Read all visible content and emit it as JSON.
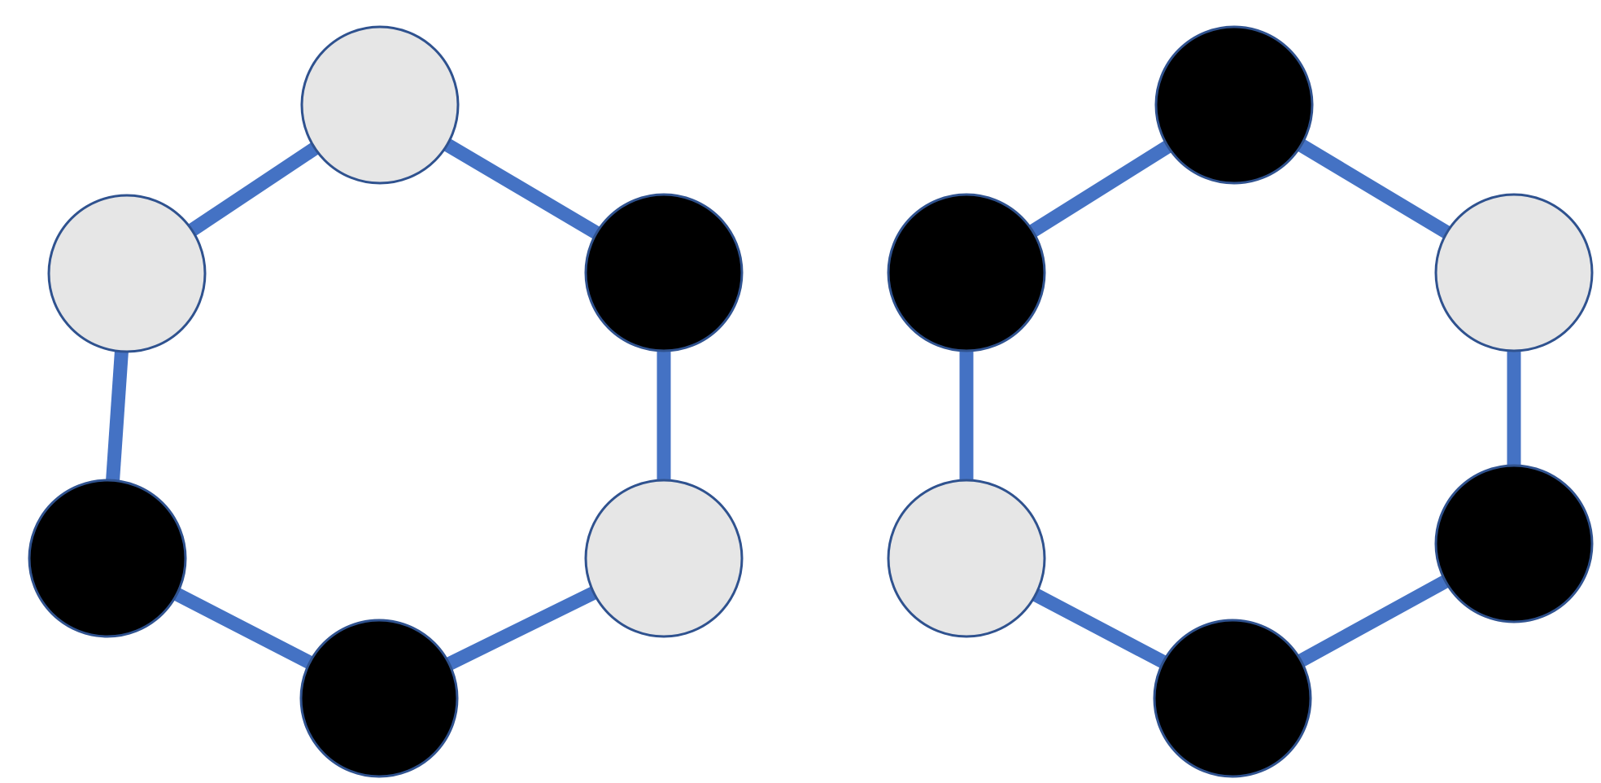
{
  "colors": {
    "edge": "#4472c4",
    "node_outline": "#2f528f",
    "black": "#000000",
    "light": "#e6e6e6"
  },
  "graphs": [
    {
      "name": "left-ring",
      "nodes": [
        {
          "id": "top",
          "color": "light"
        },
        {
          "id": "upper-right",
          "color": "black"
        },
        {
          "id": "lower-right",
          "color": "light"
        },
        {
          "id": "bottom",
          "color": "black"
        },
        {
          "id": "lower-left",
          "color": "black"
        },
        {
          "id": "upper-left",
          "color": "light"
        }
      ],
      "edges": [
        [
          "top",
          "upper-right"
        ],
        [
          "upper-right",
          "lower-right"
        ],
        [
          "lower-right",
          "bottom"
        ],
        [
          "bottom",
          "lower-left"
        ],
        [
          "lower-left",
          "upper-left"
        ],
        [
          "upper-left",
          "top"
        ]
      ]
    },
    {
      "name": "right-ring",
      "nodes": [
        {
          "id": "top",
          "color": "black"
        },
        {
          "id": "upper-right",
          "color": "light"
        },
        {
          "id": "lower-right",
          "color": "black"
        },
        {
          "id": "bottom",
          "color": "black"
        },
        {
          "id": "lower-left",
          "color": "light"
        },
        {
          "id": "upper-left",
          "color": "black"
        }
      ],
      "edges": [
        [
          "top",
          "upper-right"
        ],
        [
          "upper-right",
          "lower-right"
        ],
        [
          "lower-right",
          "bottom"
        ],
        [
          "bottom",
          "lower-left"
        ],
        [
          "lower-left",
          "upper-left"
        ],
        [
          "upper-left",
          "top"
        ]
      ]
    }
  ]
}
